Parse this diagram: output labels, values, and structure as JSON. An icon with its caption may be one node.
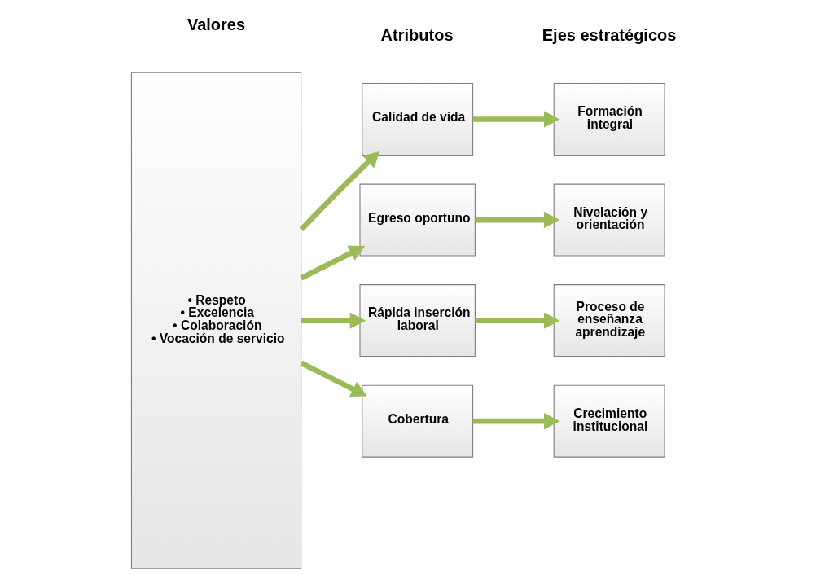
{
  "diagram": {
    "nodes": [
      {
        "text": [
          "• Respeto",
          "• Excelencia",
          "• Colaboración",
          "• Vocación de servicio"
        ]
      },
      {
        "text": [
          "Calidad de vida"
        ]
      },
      {
        "text": [
          "Egreso oportuno"
        ]
      },
      {
        "text": [
          "Rápida inserción laboral"
        ]
      },
      {
        "text": [
          "Cobertura"
        ]
      },
      {
        "text": [
          "Formación integral"
        ]
      },
      {
        "text": [
          "Nivelación y orientación"
        ]
      },
      {
        "text": [
          "Proceso de enseñanza aprendizaje"
        ]
      },
      {
        "text": [
          "Crecimiento institucional"
        ]
      }
    ],
    "edges": [
      {
        "from": 0,
        "to": 1,
        "arrow": "to"
      },
      {
        "from": 0,
        "to": 2,
        "arrow": "to"
      },
      {
        "from": 0,
        "to": 3,
        "arrow": "to"
      },
      {
        "from": 0,
        "to": 4,
        "arrow": "to"
      },
      {
        "from": 1,
        "to": 5,
        "arrow": "to"
      },
      {
        "from": 2,
        "to": 6,
        "arrow": "to"
      },
      {
        "from": 3,
        "to": 7,
        "arrow": "to"
      },
      {
        "from": 4,
        "to": 8,
        "arrow": "to"
      }
    ],
    "labels": [
      "Valores",
      "Atributos",
      "Ejes estratégicos"
    ]
  }
}
